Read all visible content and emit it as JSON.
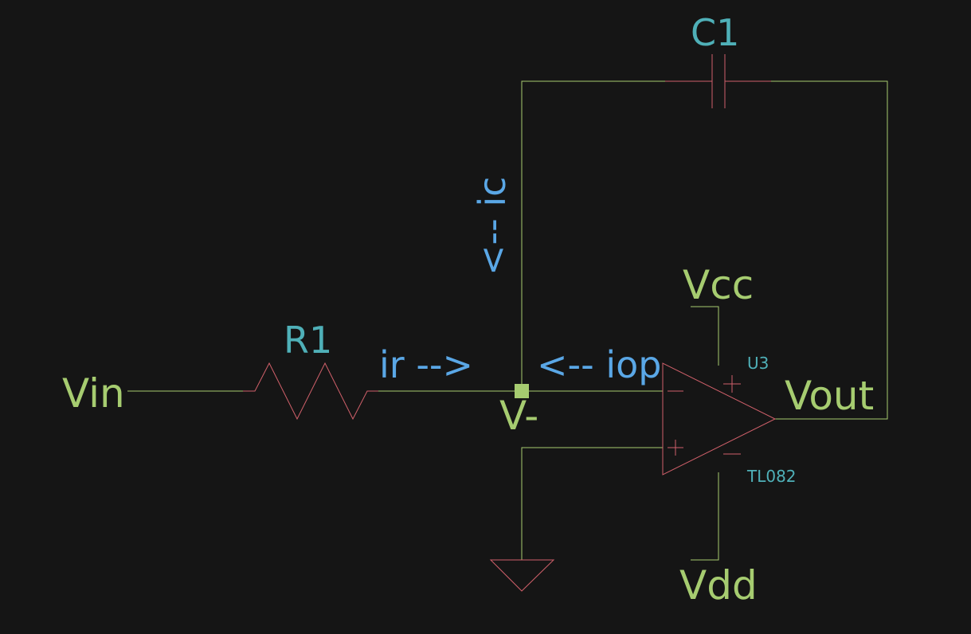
{
  "schematic": {
    "nets": {
      "vin": "Vin",
      "vminus": "V-",
      "vcc": "Vcc",
      "vdd": "Vdd",
      "vout": "Vout"
    },
    "components": {
      "r1": "R1",
      "c1": "C1",
      "u3_ref": "U3",
      "u3_value": "TL082"
    },
    "currents": {
      "ir": "ir -->",
      "iop": "<-- iop",
      "ic": "<-- ic"
    },
    "colors": {
      "background": "#151515",
      "wire": "#a6cc70",
      "component": "#d0606a",
      "reference": "#4fb0b8",
      "current": "#5aa7e6"
    }
  }
}
